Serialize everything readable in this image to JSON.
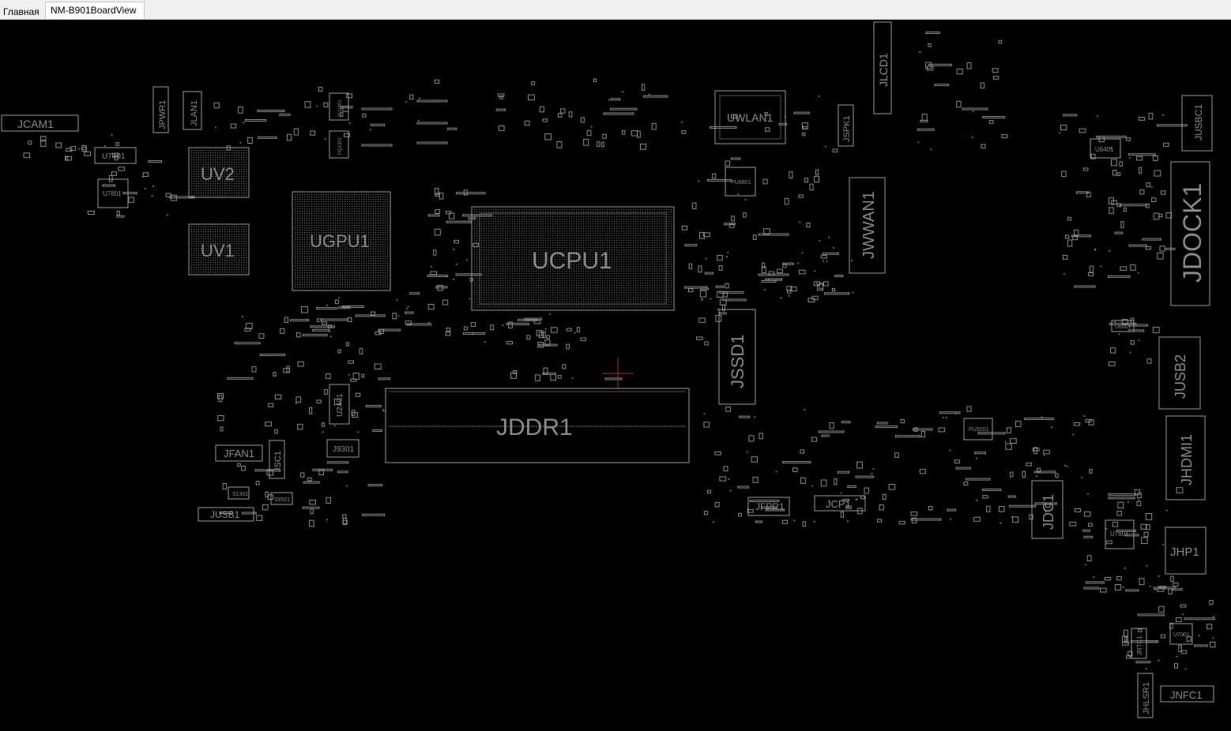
{
  "tabs": {
    "home_label": "Главная",
    "board_label": "NM-B901BoardView"
  },
  "colors": {
    "background": "#000000",
    "outline": "#9a9a9a",
    "label": "#8a8a8a",
    "pin_dot": "#1f9e9a",
    "cursor": "#b03030"
  },
  "components": {
    "jcam1": "JCAM1",
    "jpwr1": "JPWR1",
    "jlan1": "JLAN1",
    "u7401": "U7401",
    "u7801": "U7801",
    "uv2": "UV2",
    "uv1": "UV1",
    "ugpu1": "UGPU1",
    "ucpu1": "UCPU1",
    "uwlan1": "UWLAN1",
    "jspk1": "JSPK1",
    "jlcd1": "JLCD1",
    "jwwan1": "JWWAN1",
    "pu8801": "PU8801",
    "u6401": "U6401",
    "jusbc1": "JUSBC1",
    "jdock1": "JDOCK1",
    "jssd1": "JSSD1",
    "jddr1": "JDDR1",
    "jusb2": "JUSB2",
    "jhdmi1": "JHDMI1",
    "jdc1": "JDC1",
    "jhp1": "JHP1",
    "u7601": "U7601",
    "jrtc1": "JRTC1",
    "jhlsr1": "JHLSR1",
    "jnfc1": "JNFC1",
    "jfpr1": "JFPR1",
    "jcp1": "JCP1",
    "jfan1": "JFAN1",
    "jsc1": "JSC1",
    "jusb1": "JUSB1",
    "u2401": "U2401",
    "j9301": "J9301",
    "u8801": "U8801",
    "pu9201": "PU9201",
    "s1301": "S1301",
    "s9501": "S9501",
    "pu1301": "PU1301",
    "pq1301": "PQ1301",
    "u7001": "U7001"
  }
}
